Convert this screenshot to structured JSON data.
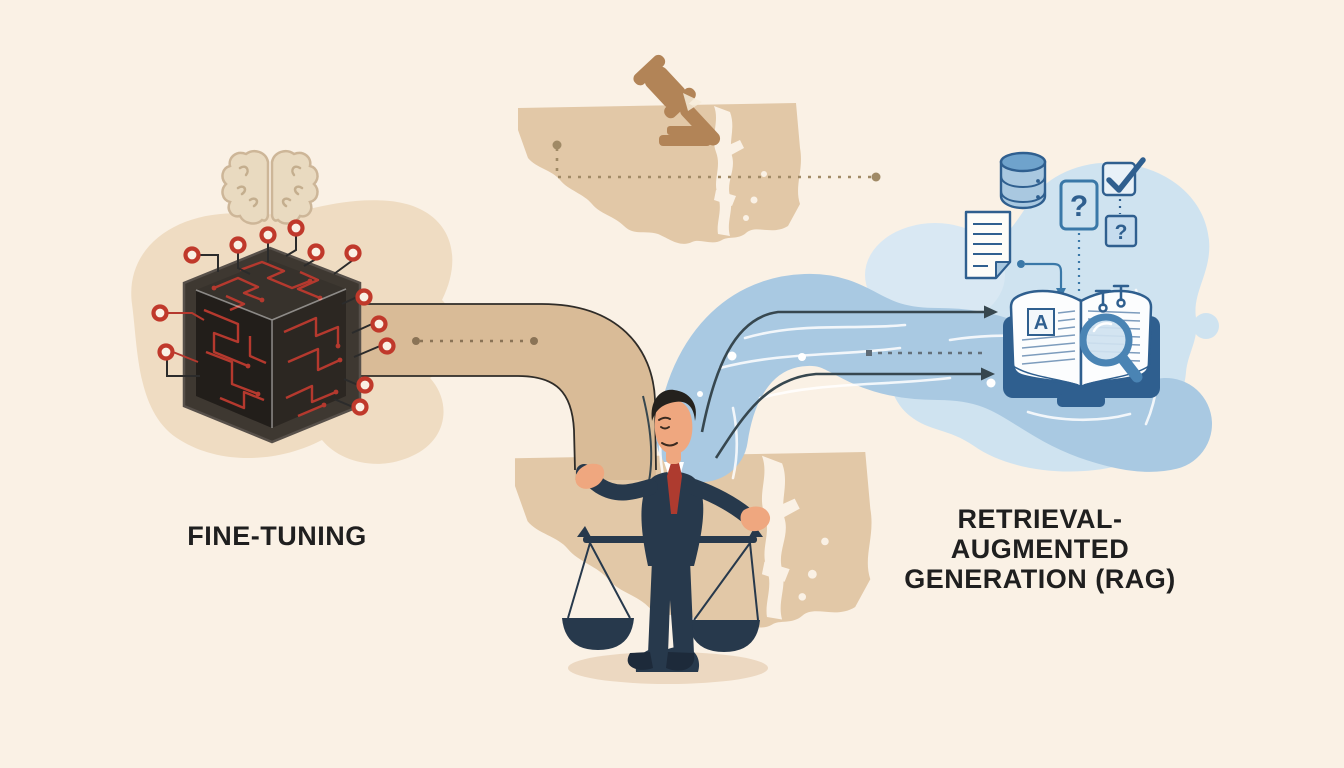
{
  "labels": {
    "left_method": "FINE-TUNING",
    "right_method_line1": "RETRIEVAL-AUGMENTED",
    "right_method_line2": "GENERATION (RAG)"
  },
  "glyphs": {
    "book_page_letter": "A",
    "question_mark_large": "?",
    "question_mark_small": "?"
  },
  "icons": [
    "brain-icon",
    "neural-network-cube-icon",
    "circuit-node-icon",
    "gavel-icon",
    "maryland-map-icon",
    "scales-of-justice-icon",
    "businessman-figure",
    "database-icon",
    "document-icon",
    "question-box-icon",
    "checkbox-checked-icon",
    "question-box-small-icon",
    "open-book-icon",
    "magnifying-glass-icon",
    "push-pin-icon",
    "flow-arrow-icon",
    "dotted-connector-icon"
  ],
  "colors": {
    "background": "#FAF1E5",
    "tan_blob": "#EFDCC2",
    "tan_ribbon": "#D9BB97",
    "map_tan": "#E2C8A7",
    "blue_band": "#A9C9E2",
    "blue_blob": "#CFE3F0",
    "cube_dark": "#2B2723",
    "circuit_red": "#B5392E",
    "node_red": "#C0392B",
    "suit_navy": "#27394C",
    "tie_red": "#AE3B2F",
    "skin": "#EFA77F",
    "icon_blue": "#3A78A8",
    "icon_blue_dark": "#2F5F8F",
    "arrow_dark": "#37474F",
    "gavel_brown": "#B28457",
    "dotted_brown": "#A08A66",
    "dotted_gray": "#64707A",
    "shadow_tan": "#ECD8C1",
    "text_dark": "#1F1F1F"
  }
}
